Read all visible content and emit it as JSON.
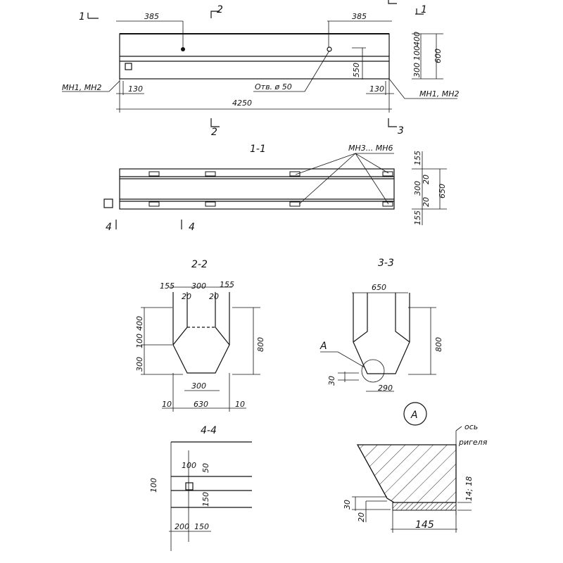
{
  "plan": {
    "section_1_mark": "1",
    "section_2_mark": "2",
    "section_3_mark": "3",
    "dim_385_left": "385",
    "dim_385_right": "385",
    "dim_4250": "4250",
    "dim_130_left": "130",
    "dim_130_right": "130",
    "dim_600": "600",
    "dim_400": "400",
    "dim_100": "100",
    "dim_300": "300",
    "dim_550": "550",
    "hole_label": "Отв. ø 50",
    "mesh_left": "МН1, МН2",
    "mesh_right": "МН1, МН2"
  },
  "section_1_1": {
    "title": "1-1",
    "mesh_label": "МН3... МН6",
    "dim_155_top": "155",
    "dim_20_top": "20",
    "dim_300": "300",
    "dim_20_bottom": "20",
    "dim_155_bottom": "155",
    "dim_650": "650",
    "section_4_mark": "4"
  },
  "section_2_2": {
    "title": "2-2",
    "dim_155_left": "155",
    "dim_300_top": "300",
    "dim_155_right": "155",
    "dim_20_left": "20",
    "dim_20_right": "20",
    "dim_400": "400",
    "dim_100": "100",
    "dim_300_side": "300",
    "dim_800": "800",
    "dim_300_bottom": "300",
    "dim_10_left": "10",
    "dim_630": "630",
    "dim_10_right": "10"
  },
  "section_3_3": {
    "title": "3-3",
    "dim_650": "650",
    "dim_800": "800",
    "detail_ref": "А",
    "dim_30": "30",
    "dim_290": "290"
  },
  "section_4_4": {
    "title": "4-4",
    "dim_100_top": "100",
    "dim_50": "50",
    "dim_100_side": "100",
    "dim_150_side": "150",
    "dim_200": "200",
    "dim_150": "150"
  },
  "detail_a": {
    "title": "А",
    "axis_label_1": "ось",
    "axis_label_2": "ригеля",
    "dim_30": "30",
    "dim_20": "20",
    "dim_145": "145",
    "rebar_label": "14; 18"
  }
}
